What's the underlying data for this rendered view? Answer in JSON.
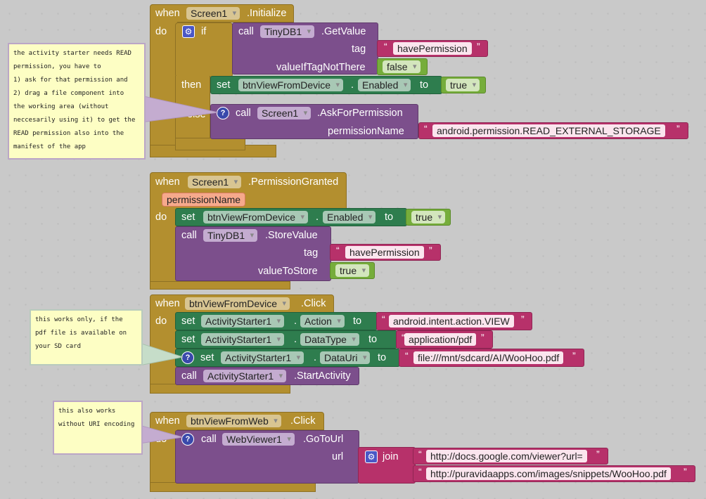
{
  "blocks": {
    "b1": {
      "when": "when",
      "component": "Screen1",
      "event": ".Initialize",
      "do": "do",
      "if": "if",
      "call": "call",
      "db": "TinyDB1",
      "method": ".GetValue",
      "tag_label": "tag",
      "tag_value": "havePermission",
      "vitnt_label": "valueIfTagNotThere",
      "vitnt_value": "false",
      "then": "then",
      "set": "set",
      "btn": "btnViewFromDevice",
      "prop": "Enabled",
      "to": "to",
      "true": "true",
      "else": "else",
      "call2": "call",
      "screen": "Screen1",
      "ask": ".AskForPermission",
      "perm_label": "permissionName",
      "perm_value": "android.permission.READ_EXTERNAL_STORAGE"
    },
    "b2": {
      "when": "when",
      "component": "Screen1",
      "event": ".PermissionGranted",
      "param": "permissionName",
      "do": "do",
      "set": "set",
      "btn": "btnViewFromDevice",
      "prop": "Enabled",
      "to": "to",
      "true": "true",
      "call": "call",
      "db": "TinyDB1",
      "method": ".StoreValue",
      "tag_label": "tag",
      "tag_value": "havePermission",
      "vts_label": "valueToStore",
      "vts_value": "true"
    },
    "b3": {
      "when": "when",
      "component": "btnViewFromDevice",
      "event": ".Click",
      "do": "do",
      "set": "set",
      "as": "ActivityStarter1",
      "p1": "Action",
      "v1": "android.intent.action.VIEW",
      "p2": "DataType",
      "v2": "application/pdf",
      "p3": "DataUri",
      "v3": "file:///mnt/sdcard/AI/WooHoo.pdf",
      "to": "to",
      "call": "call",
      "method": ".StartActivity"
    },
    "b4": {
      "when": "when",
      "component": "btnViewFromWeb",
      "event": ".Click",
      "do": "do",
      "call": "call",
      "wv": "WebViewer1",
      "method": ".GoToUrl",
      "url_label": "url",
      "join": "join",
      "s1": "http://docs.google.com/viewer?url=",
      "s2": "http://puravidaapps.com/images/snippets/WooHoo.pdf"
    }
  },
  "comments": {
    "c1": "the activity starter needs READ\npermission, you have to\n1) ask for that permission and\n2) drag a file component into\nthe working area (without\nneccesarily using it) to get the\nREAD permission also into the\nmanifest of the app",
    "c2": "this works only, if the\npdf file is available on\nyour SD card",
    "c3": "this also works\nwithout URI encoding"
  }
}
